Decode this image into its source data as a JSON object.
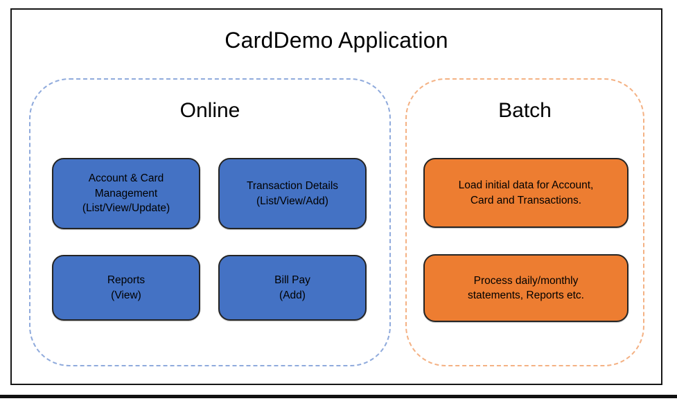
{
  "title": "CardDemo Application",
  "online": {
    "heading": "Online",
    "border_color": "#8FAADC",
    "box_color": "#4472C4",
    "boxes": [
      {
        "name": "account-card-management",
        "lines": [
          "Account & Card",
          "Management",
          "(List/View/Update)"
        ]
      },
      {
        "name": "transaction-details",
        "lines": [
          "Transaction Details",
          "(List/View/Add)"
        ]
      },
      {
        "name": "reports",
        "lines": [
          "Reports",
          "(View)"
        ]
      },
      {
        "name": "bill-pay",
        "lines": [
          "Bill Pay",
          "(Add)"
        ]
      }
    ]
  },
  "batch": {
    "heading": "Batch",
    "border_color": "#F4B183",
    "box_color": "#ED7D31",
    "boxes": [
      {
        "name": "load-initial-data",
        "lines": [
          "Load initial data for Account,",
          "Card and Transactions."
        ]
      },
      {
        "name": "process-statements",
        "lines": [
          "Process daily/monthly",
          "statements, Reports etc."
        ]
      }
    ]
  },
  "colors": {
    "frame_border": "#151515",
    "bottom_bar": "#111111",
    "box_text": "#000000"
  }
}
